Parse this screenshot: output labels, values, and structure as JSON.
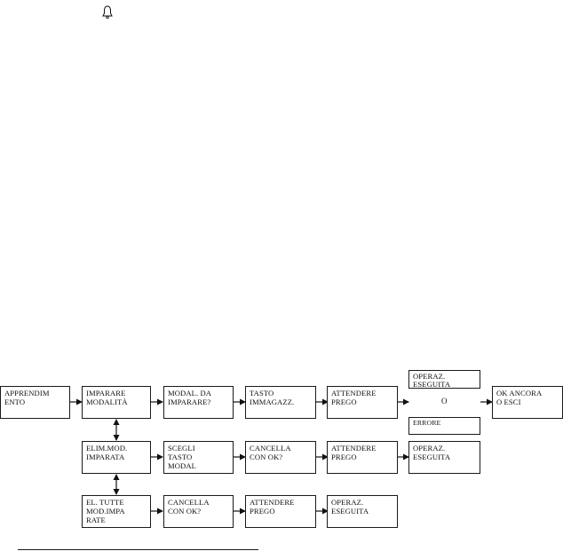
{
  "icons": {
    "header": "bell-icon"
  },
  "diagram": {
    "boxes": {
      "apprendimento": "APPRENDIM\nENTO",
      "imparare_modalita": "IMPARARE\nMODALITÀ",
      "modal_da_imparare": "MODAL. DA\nIMPARARE?",
      "tasto_immagazz": "TASTO\nIMMAGAZZ.",
      "attendere_prego_1": "ATTENDERE\nPREGO",
      "operaz_eseguita_1": "OPERAZ.\nESEGUITA",
      "errore": "ERRORE",
      "ok_ancora_o_esci": "OK ANCORA\nO ESCI",
      "elim_mod_imparata": "ELIM.MOD.\nIMPARATA",
      "scegli_tasto_modal": "SCEGLI\nTASTO\nMODAL",
      "cancella_con_ok_1": "CANCELLA\nCON OK?",
      "attendere_prego_2": "ATTENDERE\nPREGO",
      "operaz_eseguita_2": "OPERAZ.\nESEGUITA",
      "el_tutte_mod_imparate": "EL. TUTTE\nMOD.IMPA\nRATE",
      "cancella_con_ok_2": "CANCELLA\nCON OK?",
      "attendere_prego_3": "ATTENDERE\nPREGO",
      "operaz_eseguita_3": "OPERAZ.\nESEGUITA"
    },
    "or_label": "O"
  }
}
